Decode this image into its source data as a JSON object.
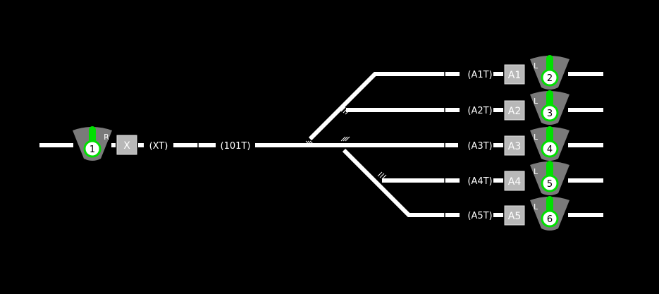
{
  "colors": {
    "background": "#000000",
    "track": "#ffffff",
    "signal_body": "#7a7a7a",
    "signal_aspect": "#00e000",
    "button": "#b8b8b8"
  },
  "track_labels": {
    "xt": "(XT)",
    "t101": "(101T)",
    "a1t": "(A1T)",
    "a2t": "(A2T)",
    "a3t": "(A3T)",
    "a4t": "(A4T)",
    "a5t": "(A5T)"
  },
  "buttons": {
    "x": "X",
    "a1": "A1",
    "a2": "A2",
    "a3": "A3",
    "a4": "A4",
    "a5": "A5"
  },
  "signals": {
    "s1": {
      "number": "1",
      "letter": "R",
      "aspect": "green"
    },
    "s2": {
      "number": "2",
      "letter": "L",
      "aspect": "green"
    },
    "s3": {
      "number": "3",
      "letter": "L",
      "aspect": "green"
    },
    "s4": {
      "number": "4",
      "letter": "L",
      "aspect": "green"
    },
    "s5": {
      "number": "5",
      "letter": "L",
      "aspect": "green"
    },
    "s6": {
      "number": "6",
      "letter": "L",
      "aspect": "green"
    }
  }
}
